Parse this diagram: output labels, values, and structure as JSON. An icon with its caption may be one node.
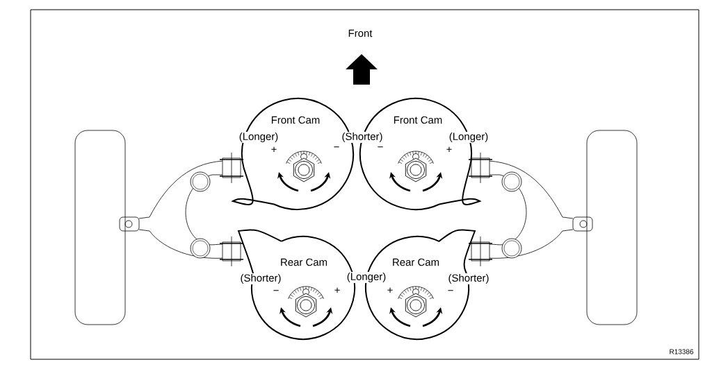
{
  "diagram": {
    "nodes": [
      {
        "text": [
          "Front Cam",
          "(Longer)",
          "+",
          "−"
        ]
      },
      {
        "text": [
          "Front Cam",
          "(Longer)",
          "−",
          "+"
        ]
      },
      {
        "text": [
          "Rear Cam",
          "(Shorter)",
          "−",
          "+"
        ]
      },
      {
        "text": [
          "Rear Cam",
          "(Shorter)",
          "+",
          "−"
        ]
      }
    ],
    "labels": [
      "Front",
      "(Shorter)",
      "(Longer)",
      "R13386"
    ]
  }
}
